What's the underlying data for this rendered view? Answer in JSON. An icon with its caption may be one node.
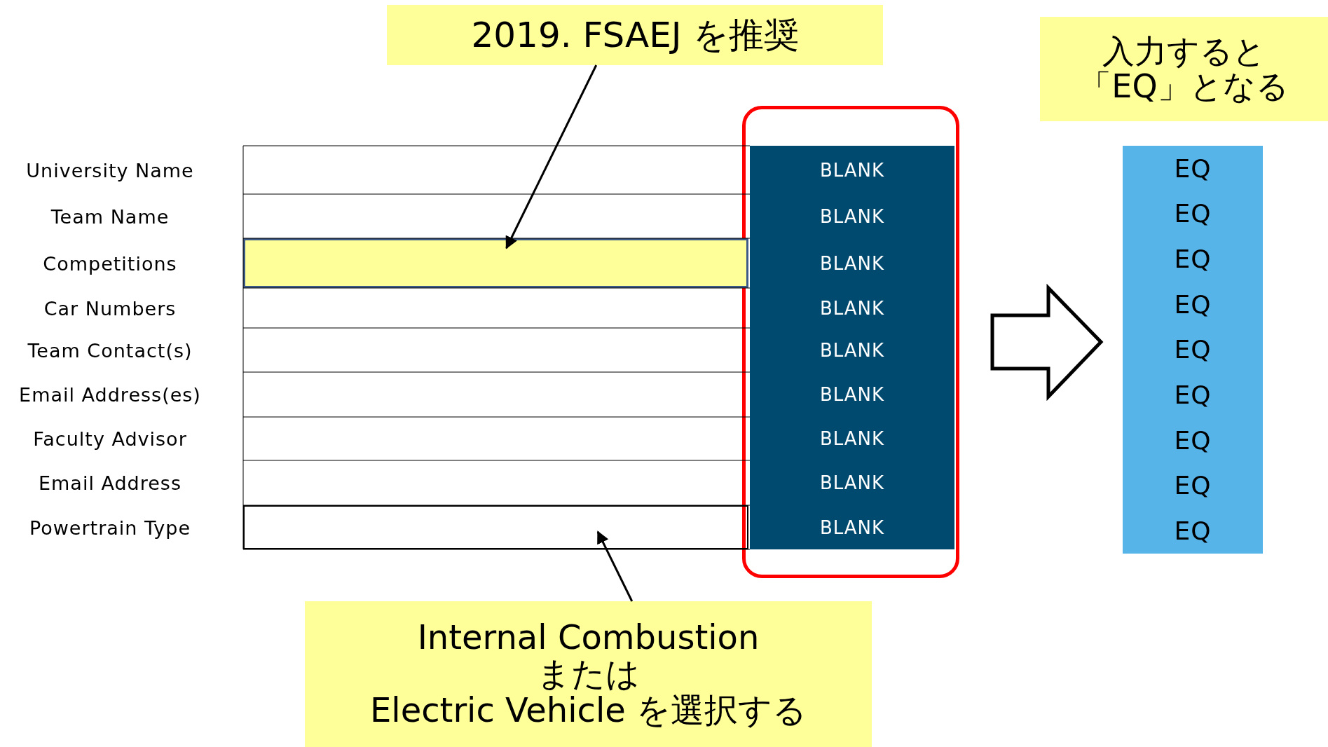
{
  "diagram": {
    "nodes": [
      {
        "text": [
          "2019. FSAEJ を推奨"
        ]
      },
      {
        "text": [
          "入力すると「EQ」となる"
        ]
      },
      {
        "text": [],
        "shape": "box"
      },
      {
        "text": [
          "BLANK",
          "BLANK",
          "BLANK",
          "BLANK",
          "BLANK",
          "BLANK",
          "BLANK",
          "BLANK",
          "BLANK"
        ],
        "in": 2
      },
      {
        "text": [],
        "shape": "box"
      },
      {
        "text": [],
        "shape": "box"
      },
      {
        "text": [
          "EQ",
          "EQ",
          "EQ",
          "EQ",
          "EQ",
          "EQ",
          "EQ",
          "EQ",
          "EQ"
        ]
      },
      {
        "text": [
          "Internal Combustion",
          "または",
          "Electric Vehicle を選択する"
        ]
      }
    ],
    "edges": [
      {
        "from": 0,
        "to": 4,
        "arrow": "to"
      },
      {
        "from": 7,
        "to": 5,
        "arrow": "to"
      },
      {
        "from": 2,
        "to": 6,
        "arrow": "to",
        "style": "thick"
      }
    ],
    "labels": [
      "University Name",
      "Team Name",
      "Competitions",
      "Car Numbers",
      "Team Contact(s)",
      "Email Address(es)",
      "Faculty Advisor",
      "Email Address",
      "Powertrain Type"
    ]
  }
}
